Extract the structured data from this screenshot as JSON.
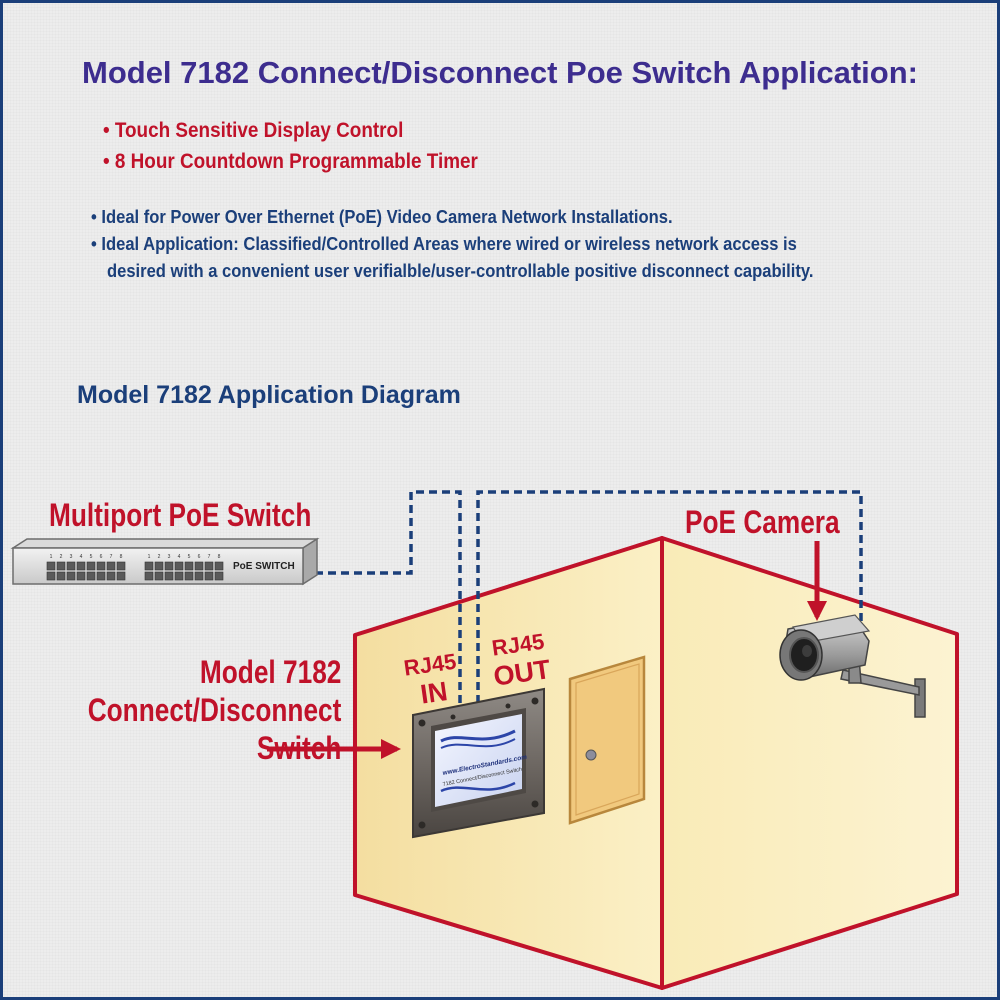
{
  "title": "Model 7182 Connect/Disconnect Poe Switch Application:",
  "features": [
    "• Touch Sensitive Display Control",
    "• 8 Hour Countdown Programmable Timer"
  ],
  "applications": [
    "• Ideal for Power Over Ethernet (PoE) Video Camera Network Installations.",
    "• Ideal Application: Classified/Controlled Areas where wired or wireless network access is",
    "desired with a convenient user verifialble/user-controllable positive disconnect capability."
  ],
  "diagram": {
    "title": "Model 7182 Application Diagram",
    "switch_label": "Multiport PoE Switch",
    "switch_device_text": "PoE SWITCH",
    "port_numbers": [
      "1",
      "2",
      "3",
      "4",
      "5",
      "6",
      "7",
      "8"
    ],
    "camera_label": "PoE Camera",
    "model_label_lines": [
      "Model 7182",
      "Connect/Disconnect",
      "Switch"
    ],
    "rj45_in": [
      "RJ45",
      "IN"
    ],
    "rj45_out": [
      "RJ45",
      "OUT"
    ],
    "display_url": "www.ElectroStandards.com",
    "display_caption": "7182 Connect/Disconnect Switch"
  },
  "colors": {
    "title": "#3d2d8f",
    "red_accent": "#c0122a",
    "navy": "#1b3f7a",
    "wall": "#f8eab7"
  }
}
